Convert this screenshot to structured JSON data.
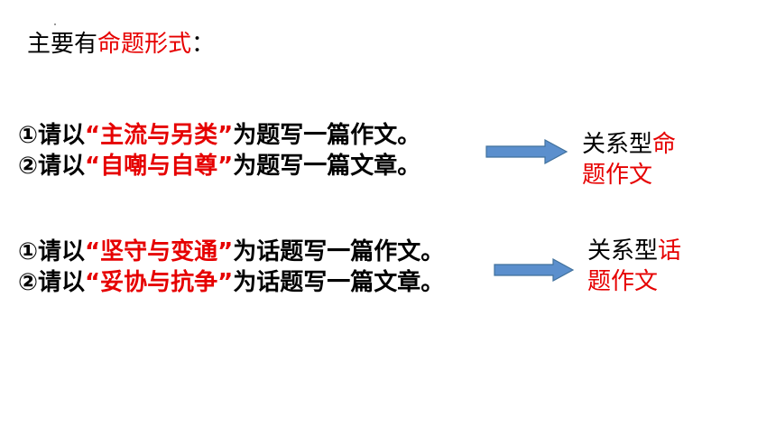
{
  "heading": {
    "prefix": "主要有",
    "highlight": "命题形式",
    "suffix": "："
  },
  "group1": {
    "lines": [
      {
        "prefix": "①请以",
        "quote": "“主流与另类”",
        "suffix": "为题写一篇作文。"
      },
      {
        "prefix": "②请以",
        "quote": "“自嘲与自尊”",
        "suffix": "为题写一篇文章。"
      }
    ],
    "label": {
      "black": "关系型",
      "red_line1": "命",
      "red_line2": "题作文"
    }
  },
  "group2": {
    "lines": [
      {
        "prefix": "①请以",
        "quote": "“坚守与变通”",
        "suffix": "为话题写一篇作文。"
      },
      {
        "prefix": "②请以",
        "quote": "“妥协与抗争”",
        "suffix": "为话题写一篇文章。"
      }
    ],
    "label": {
      "black": "关系型",
      "red_line1": "话",
      "red_line2": "题作文"
    }
  },
  "colors": {
    "accent_red": "#e60000",
    "arrow_fill": "#5b8fcd",
    "arrow_stroke": "#41719c"
  },
  "icons": {
    "arrow": "right-arrow-icon"
  }
}
